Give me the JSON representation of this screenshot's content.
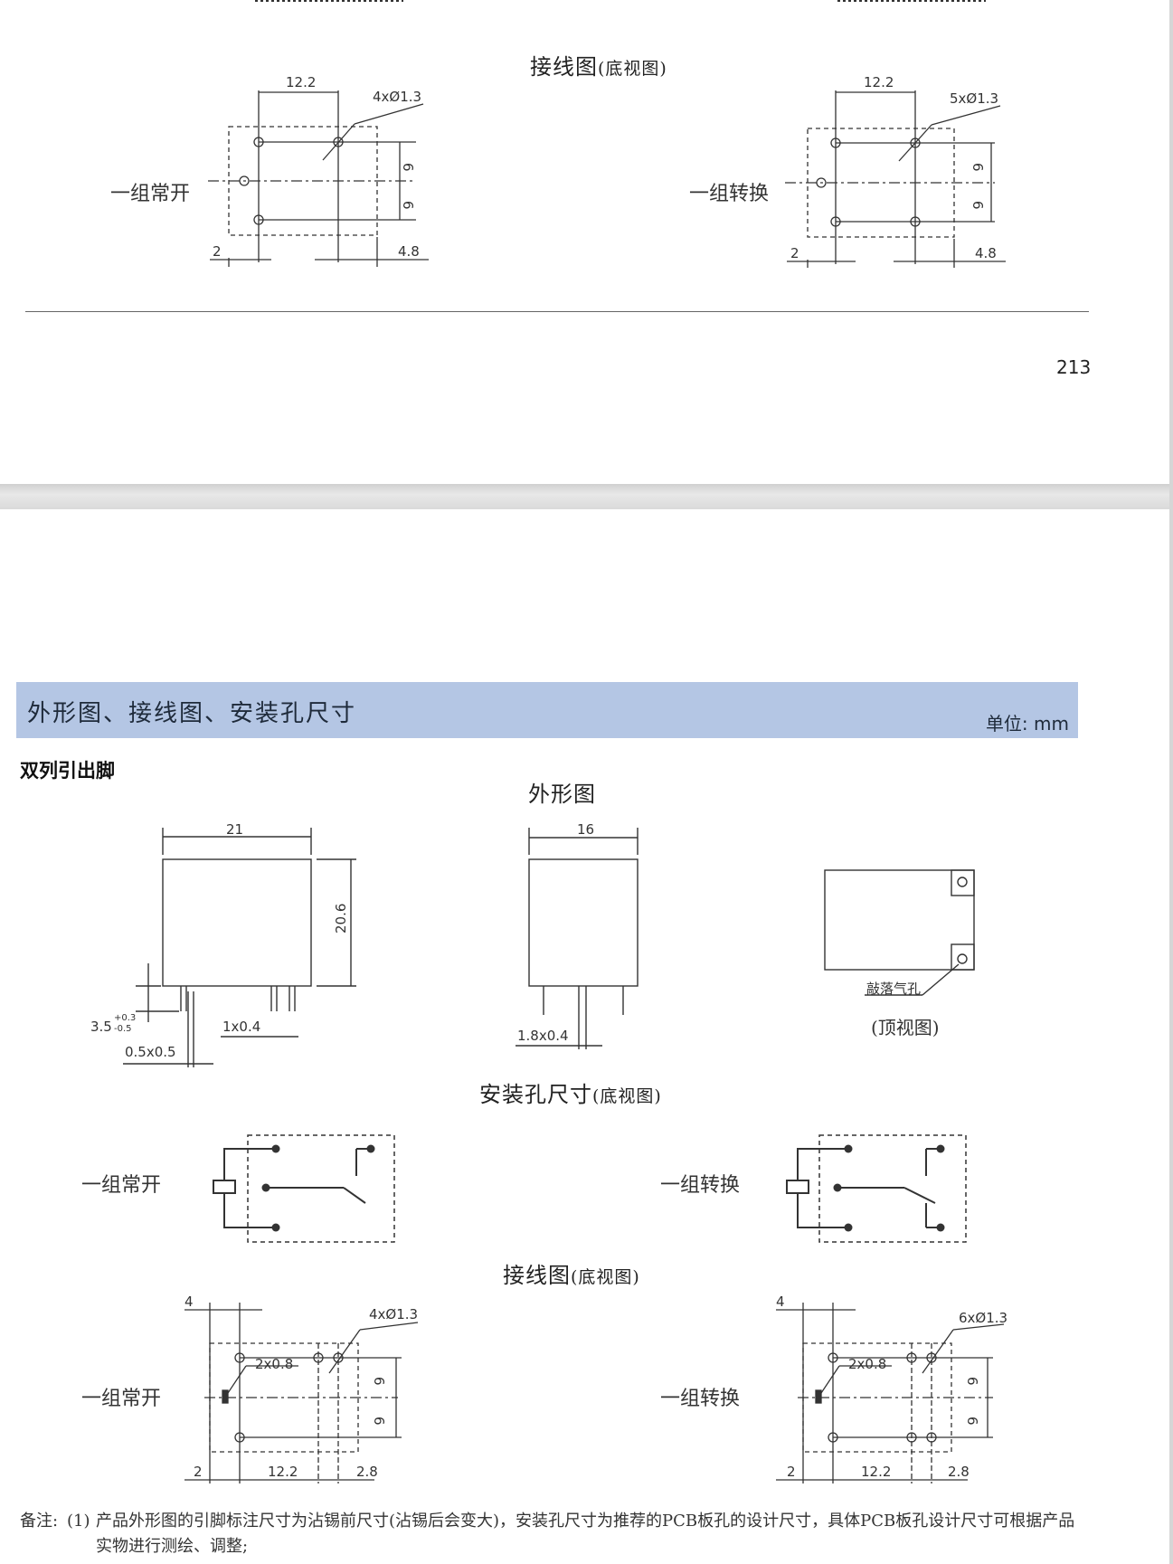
{
  "top_page": {
    "wiring_title": "接线图",
    "wiring_sub": "(底视图)",
    "left_label": "一组常开",
    "right_label": "一组转换",
    "left_dims": {
      "w": "12.2",
      "holes": "4xØ1.3",
      "v1": "6",
      "v2": "6",
      "b1": "2",
      "b2": "4.8"
    },
    "right_dims": {
      "w": "12.2",
      "holes": "5xØ1.3",
      "v1": "6",
      "v2": "6",
      "b1": "2",
      "b2": "4.8"
    },
    "page_number": "213"
  },
  "bottom_page": {
    "banner_title": "外形图、接线图、安装孔尺寸",
    "banner_unit": "单位: mm",
    "sub_heading": "双列引出脚",
    "outline_title": "外形图",
    "front_dims": {
      "w": "21",
      "h": "20.6",
      "pin_len": "3.5",
      "tol_plus": "+0.3",
      "tol_minus": "-0.5",
      "pin1": "1x0.4",
      "pin2": "0.5x0.5"
    },
    "side_dims": {
      "w": "16",
      "pin": "1.8x0.4"
    },
    "top_view_label": "(顶视图)",
    "vent_label": "敲落气孔",
    "mount_title": "安装孔尺寸",
    "mount_sub": "(底视图)",
    "mount_left_label": "一组常开",
    "mount_right_label": "一组转换",
    "wiring_title": "接线图",
    "wiring_sub": "(底视图)",
    "wire_left_label": "一组常开",
    "wire_right_label": "一组转换",
    "wire_left_dims": {
      "top": "4",
      "holes": "4xØ1.3",
      "slot": "2x0.8",
      "v1": "6",
      "v2": "6",
      "b1": "2",
      "b2": "12.2",
      "b3": "2.8"
    },
    "wire_right_dims": {
      "top": "4",
      "holes": "6xØ1.3",
      "slot": "2x0.8",
      "v1": "6",
      "v2": "6",
      "b1": "2",
      "b2": "12.2",
      "b3": "2.8"
    },
    "notes_prefix": "备注:",
    "notes": [
      {
        "num": "(1)",
        "text": "产品外形图的引脚标注尺寸为沾锡前尺寸(沾锡后会变大)，安装孔尺寸为推荐的PCB板孔的设计尺寸，具体PCB板孔设计尺寸可根据产品"
      },
      {
        "num": "",
        "text": "实物进行测绘、调整;"
      }
    ]
  }
}
